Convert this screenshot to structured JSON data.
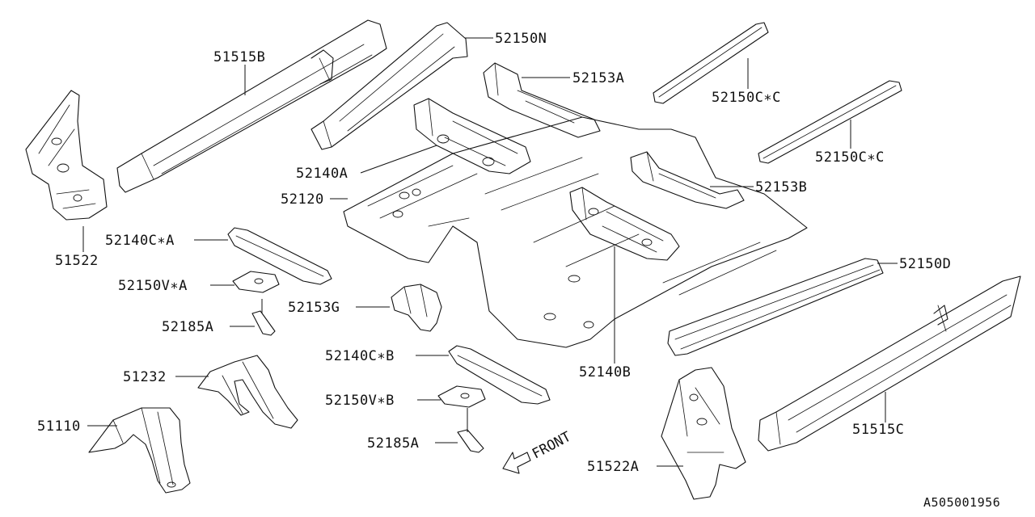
{
  "diagram": {
    "labels": {
      "p51515B": "51515B",
      "p52150N": "52150N",
      "p52153A": "52153A",
      "p52150CC1": "52150C∗C",
      "p52150CC2": "52150C∗C",
      "p52153B": "52153B",
      "p52140A": "52140A",
      "p52120": "52120",
      "p51522": "51522",
      "p52140CA": "52140C∗A",
      "p52150VA": "52150V∗A",
      "p52185A1": "52185A",
      "p52153G": "52153G",
      "p52150D": "52150D",
      "p52140CB": "52140C∗B",
      "p52140B": "52140B",
      "p51232": "51232",
      "p52150VB": "52150V∗B",
      "p51110": "51110",
      "p52185A2": "52185A",
      "p51515C": "51515C",
      "p51522A": "51522A"
    },
    "front": "FRONT",
    "code": "A505001956"
  }
}
